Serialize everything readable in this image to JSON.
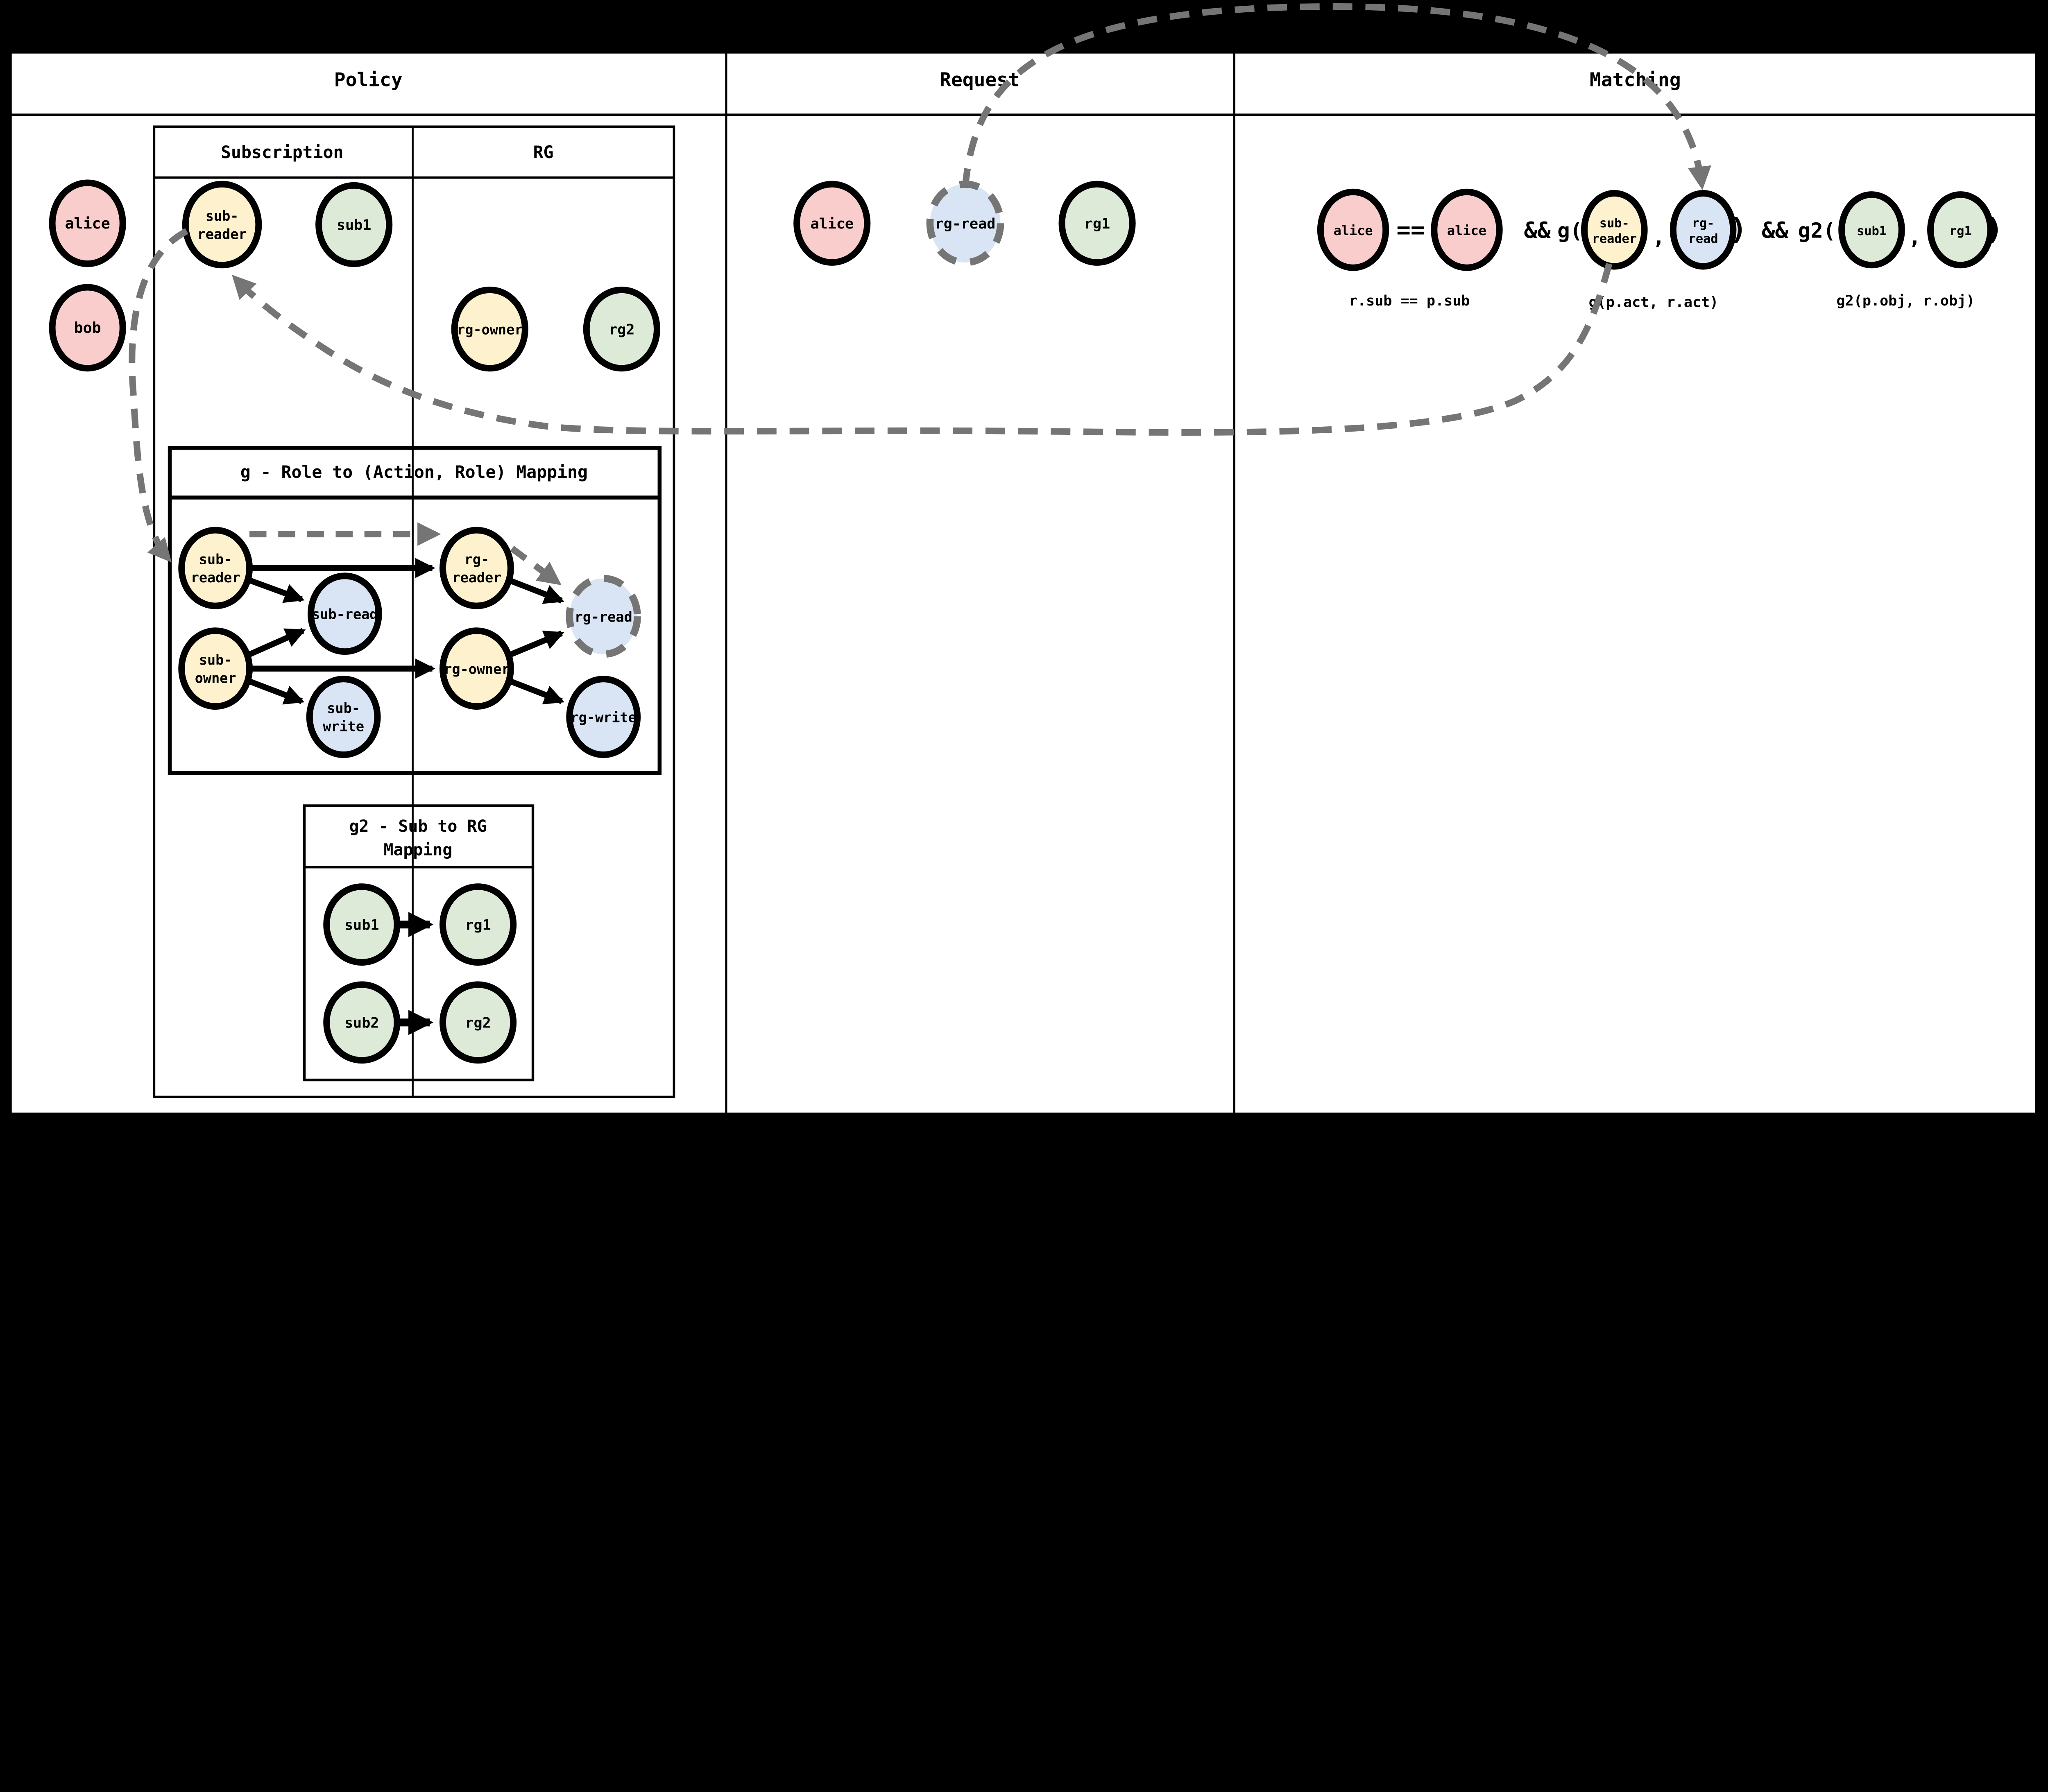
{
  "panels": {
    "policy_title": "Policy",
    "request_title": "Request",
    "matching_title": "Matching"
  },
  "policy": {
    "table": {
      "col_subscription": "Subscription",
      "col_rg": "RG"
    },
    "actors": {
      "alice": "alice",
      "bob": "bob"
    },
    "subscription_nodes": {
      "sub_reader_l1": "sub-",
      "sub_reader_l2": "reader",
      "sub1": "sub1"
    },
    "rg_nodes": {
      "rg_owner": "rg-owner",
      "rg2": "rg2"
    },
    "g_box": {
      "title": "g - Role to (Action, Role) Mapping",
      "nodes": {
        "sub_reader_l1": "sub-",
        "sub_reader_l2": "reader",
        "sub_owner_l1": "sub-",
        "sub_owner_l2": "owner",
        "sub_read": "sub-read",
        "sub_write_l1": "sub-",
        "sub_write_l2": "write",
        "rg_reader_l1": "rg-",
        "rg_reader_l2": "reader",
        "rg_owner": "rg-owner",
        "rg_read": "rg-read",
        "rg_write": "rg-write"
      }
    },
    "g2_box": {
      "title_l1": "g2 - Sub to RG",
      "title_l2": "Mapping",
      "nodes": {
        "sub1": "sub1",
        "rg1": "rg1",
        "sub2": "sub2",
        "rg2": "rg2"
      }
    }
  },
  "request": {
    "nodes": {
      "alice": "alice",
      "rg_read": "rg-read",
      "rg1": "rg1"
    }
  },
  "matching": {
    "nodes": {
      "alice_r": "alice",
      "alice_p": "alice",
      "sub_reader_l1": "sub-",
      "sub_reader_l2": "reader",
      "rg_read_l1": "rg-",
      "rg_read_l2": "read",
      "sub1": "sub1",
      "rg1": "rg1"
    },
    "operators": {
      "eq": "==",
      "and1": "&&",
      "g_open": "g(",
      "comma1": ",",
      "close1": ")",
      "and2": "&&",
      "g2_open": "g2(",
      "comma2": ",",
      "close2": ")"
    },
    "labels": {
      "sub": "r.sub == p.sub",
      "act": "g(p.act, r.act)",
      "obj": "g2(p.obj, r.obj)"
    }
  },
  "colors": {
    "pink": "#f8cdcb",
    "yellow": "#fdf2cd",
    "green": "#dcead7",
    "blue": "#d9e5f4",
    "trace_gray": "#757575",
    "line_black": "#000000",
    "background": "#000000",
    "panel_white": "#ffffff"
  }
}
